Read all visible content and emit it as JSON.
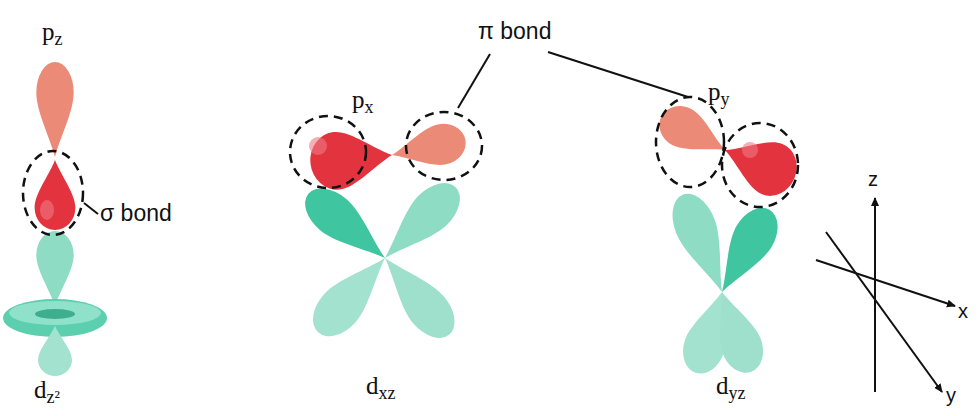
{
  "diagram": {
    "labels": [
      "pz",
      "σ bond",
      "dz²",
      "px",
      "π bond",
      "dxz",
      "py",
      "dyz",
      "z",
      "x",
      "y"
    ]
  }
}
